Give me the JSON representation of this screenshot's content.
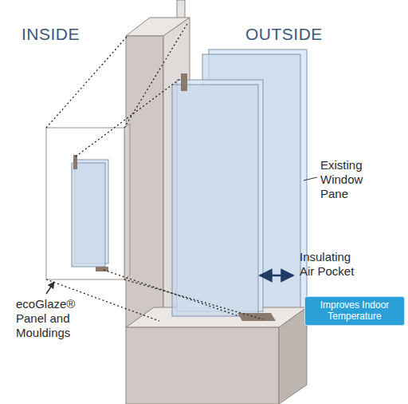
{
  "diagram": {
    "nodes": [
      {
        "text": [
          "Improves Indoor Temperature"
        ]
      }
    ],
    "labels": [
      "INSIDE",
      "OUTSIDE",
      "Existing Window Pane",
      "Insulating Air Pocket",
      "ecoGlaze® Panel and Mouldings"
    ]
  }
}
